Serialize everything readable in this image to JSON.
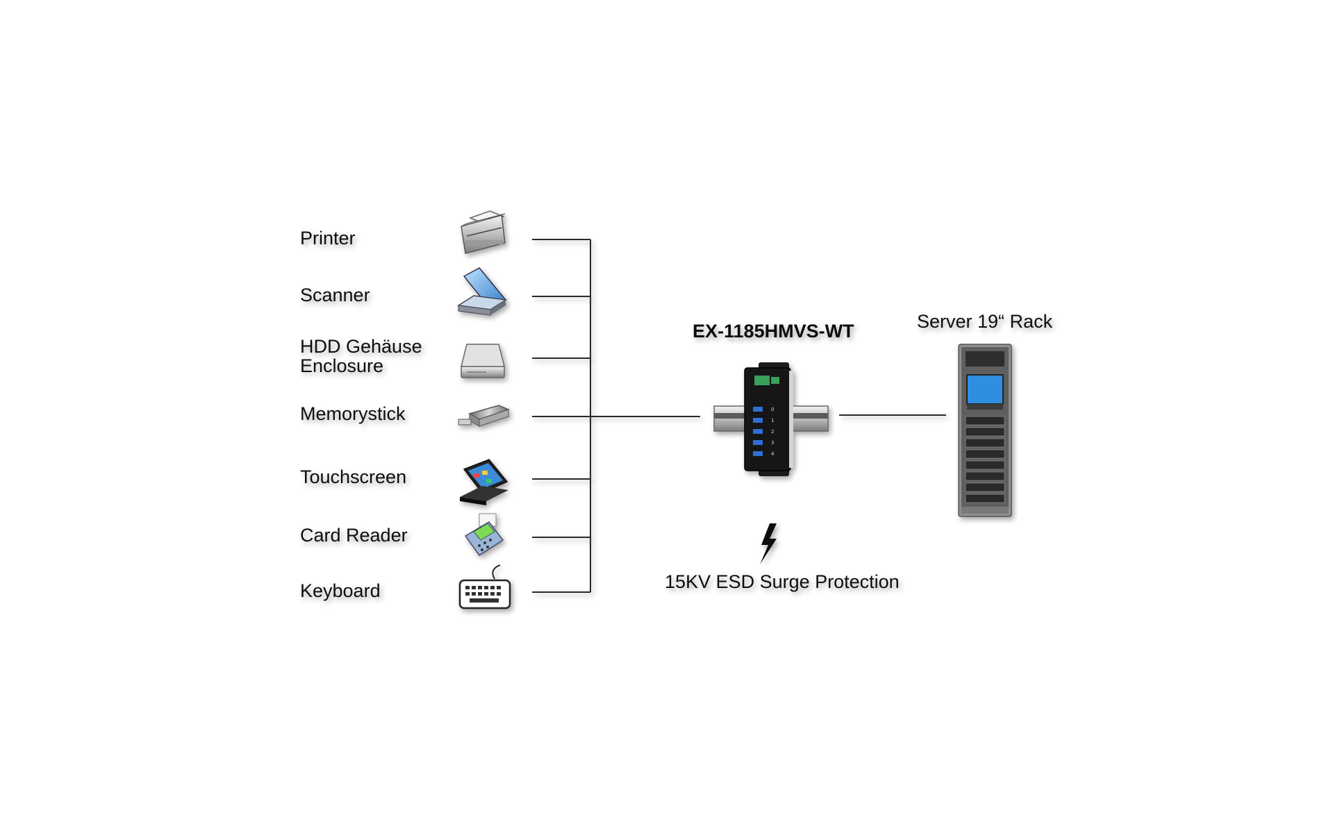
{
  "devices": [
    {
      "label": "Printer",
      "icon": "printer-icon"
    },
    {
      "label": "Scanner",
      "icon": "scanner-icon"
    },
    {
      "label_line1": "HDD Gehäuse",
      "label_line2": "Enclosure",
      "icon": "hdd-enclosure-icon"
    },
    {
      "label": "Memorystick",
      "icon": "usb-stick-icon"
    },
    {
      "label": "Touchscreen",
      "icon": "pos-touchscreen-icon"
    },
    {
      "label": "Card Reader",
      "icon": "card-reader-icon"
    },
    {
      "label": "Keyboard",
      "icon": "keyboard-icon"
    }
  ],
  "hub": {
    "model": "EX-1185HMVS-WT",
    "icon": "usb-hub-din-rail-icon",
    "port_labels": [
      "0",
      "1",
      "2",
      "3",
      "4"
    ]
  },
  "server": {
    "label": "Server 19“ Rack",
    "icon": "server-rack-icon"
  },
  "protection": {
    "label": "15KV ESD Surge Protection",
    "icon": "lightning-bolt-icon"
  },
  "colors": {
    "text": "#111111",
    "line": "#2a2a2a",
    "hub_body": "#151515",
    "hub_port": "#2d6fd6",
    "rail": "#9a9a9a",
    "terminal": "#3aa05a",
    "rack_frame": "#8f8f8f",
    "rack_screen": "#2f8ee0"
  }
}
